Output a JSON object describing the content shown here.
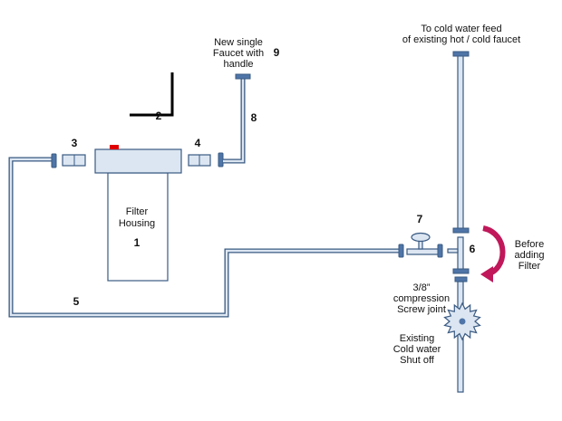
{
  "labels": {
    "filter_housing": [
      "Filter",
      "Housing"
    ],
    "faucet": [
      "New single",
      "Faucet with",
      "handle"
    ],
    "cold_feed": [
      "To cold water feed",
      "of existing hot / cold faucet"
    ],
    "before": [
      "Before",
      "adding",
      "Filter"
    ],
    "joint": [
      "3/8”",
      "compression",
      "Screw joint"
    ],
    "shutoff": [
      "Existing",
      "Cold water",
      "Shut off"
    ]
  },
  "numbers": {
    "n1": "1",
    "n2": "2",
    "n3": "3",
    "n4": "4",
    "n5": "5",
    "n6": "6",
    "n7": "7",
    "n8": "8",
    "n9": "9"
  },
  "colors": {
    "pipe_outline": "#3a5a82",
    "pipe_fill": "#dce6f2",
    "fitting": "#4f75a8",
    "arrow": "#c0185a",
    "indicator": "#e00000"
  }
}
